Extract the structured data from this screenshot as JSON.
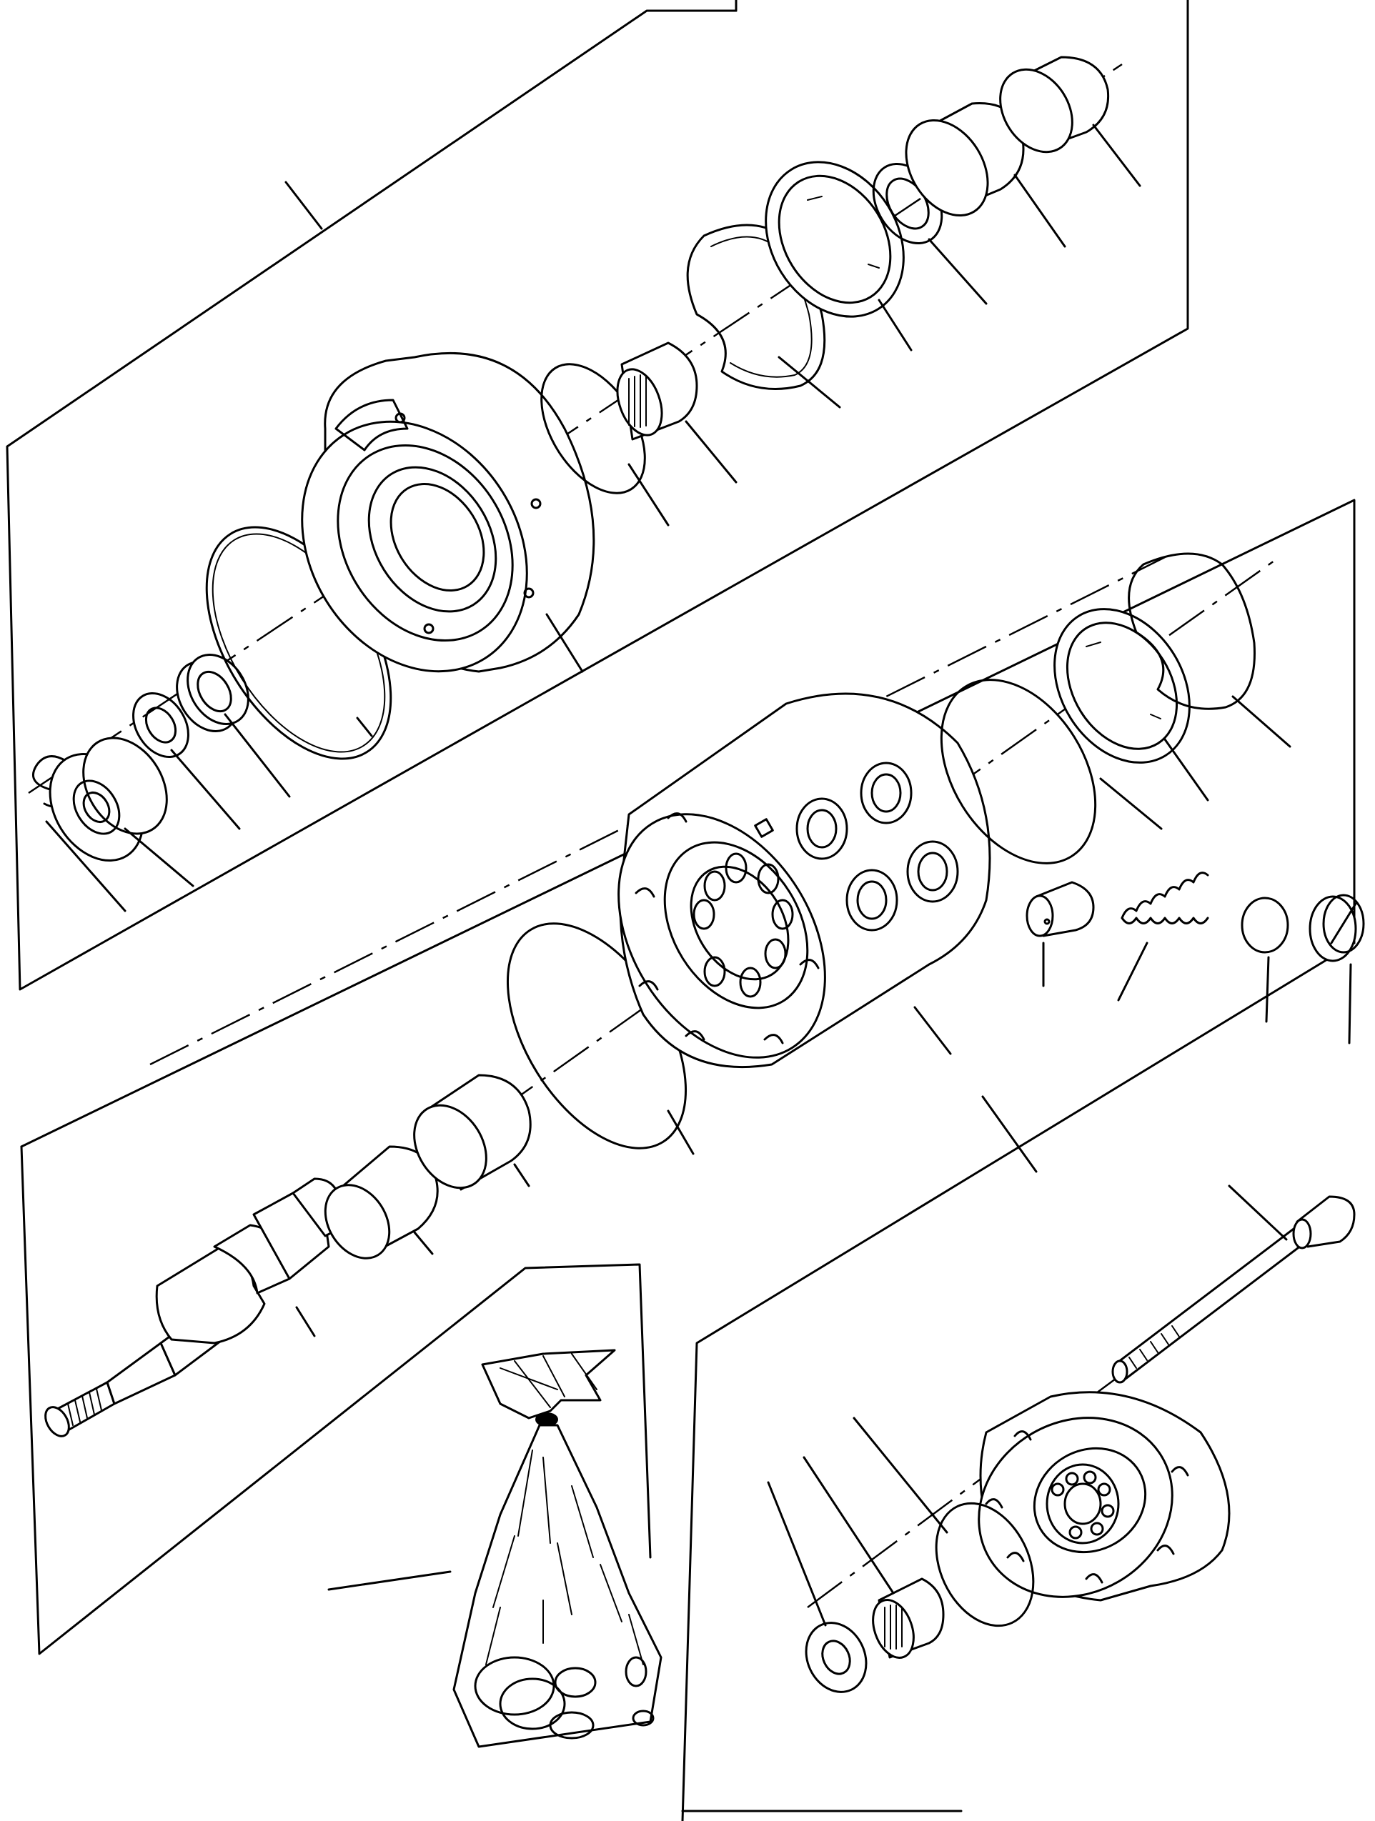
{
  "figure": {
    "kind": "exploded-view-parts-diagram",
    "background": "#ffffff",
    "ink": "#000000",
    "text_labels": []
  },
  "groups": [
    {
      "name": "upper-assembly-frame",
      "part_count": 13
    },
    {
      "name": "middle-assembly-frame",
      "part_count": 13
    },
    {
      "name": "lower-assembly-frame",
      "part_count": 6
    }
  ],
  "icons": {
    "seal-kit-bag": "bag-icon"
  }
}
